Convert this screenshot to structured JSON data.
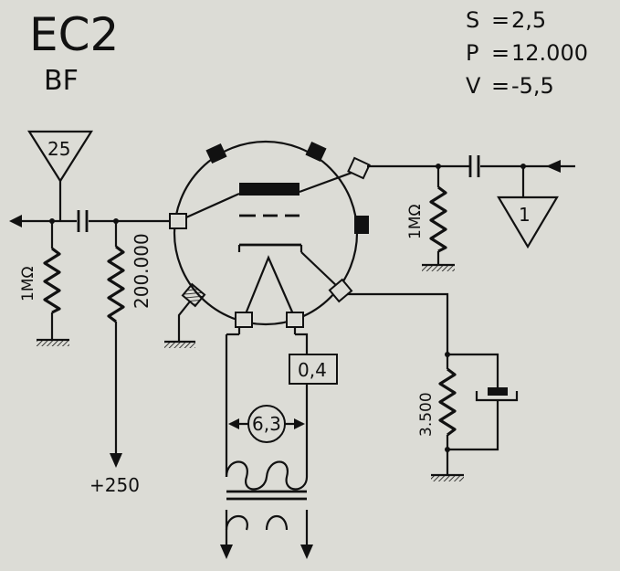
{
  "tube": {
    "name": "EC2",
    "type": "BF"
  },
  "parameters": [
    {
      "symbol": "S",
      "separator": "=",
      "value": "2,5"
    },
    {
      "symbol": "P",
      "separator": "=",
      "value": "12.000"
    },
    {
      "symbol": "V",
      "separator": "=",
      "value": "-5,5"
    }
  ],
  "components": {
    "grid_resistor": "1MΩ",
    "plate_resistor": "200.000",
    "output_resistor": "1MΩ",
    "cathode_resistor": "3.500",
    "heater_current": "0,4",
    "heater_voltage": "6,3",
    "supply_voltage": "+250"
  },
  "connectors": {
    "input": "25",
    "output": "1"
  }
}
